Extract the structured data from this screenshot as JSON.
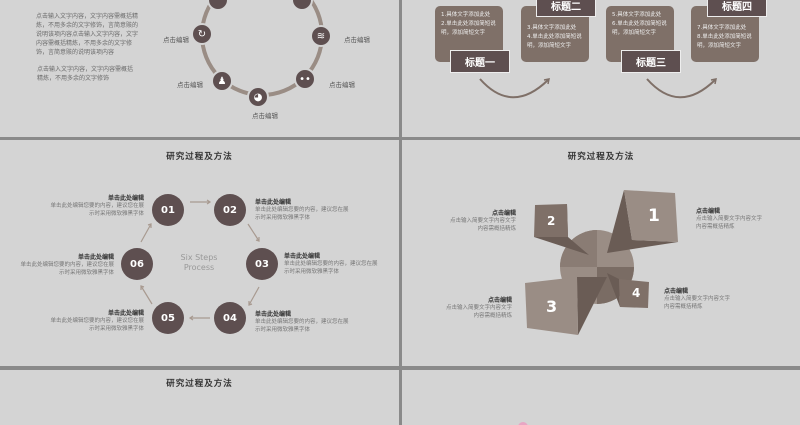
{
  "slide1": {
    "paragraph1": "点击输入文字内容，文字内容需概括精炼，不用多余的文字修饰，言简意赅的说明该项内容点击输入文字内容，文字内容需概括精炼，不用多余的文字修饰，言简意赅的说明该项内容",
    "paragraph2": "点击输入文字内容，文字内容需概括精炼，不用多余的文字修饰",
    "labels": [
      "点击编辑",
      "点击编辑",
      "点击编辑",
      "点击编辑",
      "点击编辑"
    ],
    "icons": [
      "refresh-icon",
      "rss-icon",
      "flickr-icon",
      "weibo-icon",
      "qq-icon"
    ]
  },
  "slide2": {
    "tabs": [
      "标题一",
      "标题二",
      "标题三",
      "标题四"
    ],
    "boxes": [
      [
        "1.具体文字添加此处",
        "2.单击此处添加简短说明，添加简短文字"
      ],
      [
        "3.具体文字添加此处",
        "4.单击此处添加简短说明，添加简短文字"
      ],
      [
        "5.具体文字添加此处",
        "6.单击此处添加简短说明，添加简短文字"
      ],
      [
        "7.具体文字添加此处",
        "8.单击此处添加简短说明，添加简短文字"
      ]
    ]
  },
  "slide3": {
    "title": "研究过程及方法",
    "center": "Six Steps Process",
    "steps": [
      {
        "num": "01",
        "head": "单击此处编辑",
        "desc": "单击此处编辑您要的内容，建议您在展示时采用微软雅黑字体"
      },
      {
        "num": "02",
        "head": "单击此处编辑",
        "desc": "单击此处编辑您要的内容，建议您在展示时采用微软雅黑字体"
      },
      {
        "num": "03",
        "head": "单击此处编辑",
        "desc": "单击此处编辑您要的内容，建议您在展示时采用微软雅黑字体"
      },
      {
        "num": "04",
        "head": "单击此处编辑",
        "desc": "单击此处编辑您要的内容，建议您在展示时采用微软雅黑字体"
      },
      {
        "num": "05",
        "head": "单击此处编辑",
        "desc": "单击此处编辑您要的内容，建议您在展示时采用微软雅黑字体"
      },
      {
        "num": "06",
        "head": "单击此处编辑",
        "desc": "单击此处编辑您要的内容，建议您在展示时采用微软雅黑字体"
      }
    ]
  },
  "slide4": {
    "title": "研究过程及方法",
    "items": [
      {
        "num": "1",
        "head": "点击编辑",
        "desc": "点击输入简要文字内容文字内容需概括精炼"
      },
      {
        "num": "2",
        "head": "点击编辑",
        "desc": "点击输入简要文字内容文字内容需概括精炼"
      },
      {
        "num": "3",
        "head": "点击编辑",
        "desc": "点击输入简要文字内容文字内容需概括精炼"
      },
      {
        "num": "4",
        "head": "点击编辑",
        "desc": "点击输入简要文字内容文字内容需概括精炼"
      }
    ]
  },
  "slide5": {
    "title": "研究过程及方法"
  },
  "colors": {
    "accent": "#5e4f50",
    "box": "#7f7068",
    "background": "#d4d4d4",
    "ring": "#9a8d85"
  }
}
